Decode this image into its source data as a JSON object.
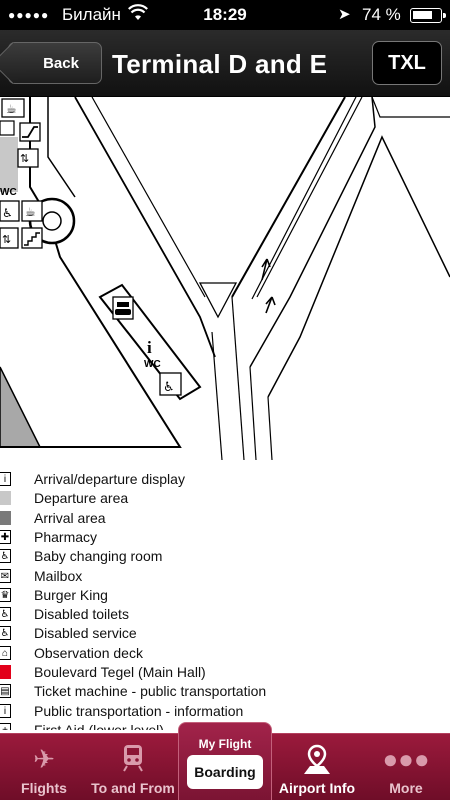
{
  "status_bar": {
    "signal": "●●●●●",
    "carrier": "Билайн",
    "time": "18:29",
    "battery_text": "74 %",
    "battery_level": 0.74
  },
  "nav": {
    "back_label": "Back",
    "title": "Terminal D and E",
    "airport_code": "TXL"
  },
  "map": {
    "labels": {
      "wc": "WC",
      "info": "i"
    },
    "icons": [
      "cafe-icon",
      "wc-icon",
      "escalator-icon",
      "elevator-icon",
      "disabled-wc-icon",
      "stairs-icon",
      "car-rental-icon",
      "taxi-icon",
      "information-icon",
      "one-way-arrow-icon"
    ]
  },
  "legend": {
    "items": [
      {
        "icon": "i",
        "icon_name": "info-display-icon",
        "color": "#ffffff",
        "label": "Arrival/departure display"
      },
      {
        "icon": "",
        "icon_name": "departure-area-swatch",
        "color": "#c8c8c8",
        "label": "Departure area"
      },
      {
        "icon": "",
        "icon_name": "arrival-area-swatch",
        "color": "#7a7a7a",
        "label": "Arrival area"
      },
      {
        "icon": "✚",
        "icon_name": "pharmacy-icon",
        "color": "#ffffff",
        "label": "Pharmacy"
      },
      {
        "icon": "♿",
        "icon_name": "baby-changing-icon",
        "color": "#ffffff",
        "label": "Baby changing room"
      },
      {
        "icon": "✉",
        "icon_name": "mailbox-icon",
        "color": "#ffffff",
        "label": "Mailbox"
      },
      {
        "icon": "♛",
        "icon_name": "burger-king-icon",
        "color": "#ffffff",
        "label": "Burger King"
      },
      {
        "icon": "♿",
        "icon_name": "disabled-toilets-icon",
        "color": "#ffffff",
        "label": "Disabled toilets"
      },
      {
        "icon": "♿",
        "icon_name": "disabled-service-icon",
        "color": "#ffffff",
        "label": "Disabled service"
      },
      {
        "icon": "⌂",
        "icon_name": "observation-deck-icon",
        "color": "#ffffff",
        "label": "Observation deck"
      },
      {
        "icon": "",
        "icon_name": "main-hall-swatch",
        "color": "#e2001a",
        "label": "Boulevard Tegel (Main Hall)"
      },
      {
        "icon": "▤",
        "icon_name": "ticket-machine-icon",
        "color": "#ffffff",
        "label": "Ticket machine - public transportation"
      },
      {
        "icon": "i",
        "icon_name": "transport-info-icon",
        "color": "#ffffff",
        "label": "Public transportation - information"
      },
      {
        "icon": "+",
        "icon_name": "first-aid-icon",
        "color": "#ffffff",
        "label": "First Aid (lower level)"
      }
    ]
  },
  "tabbar": {
    "flights": "Flights",
    "to_and_from": "To and From",
    "my_flight_title": "My Flight",
    "boarding": "Boarding",
    "airport_info": "Airport Info",
    "more": "More"
  },
  "colors": {
    "tab_bar": "#8b1535",
    "nav_bar": "#1a1a1a"
  }
}
